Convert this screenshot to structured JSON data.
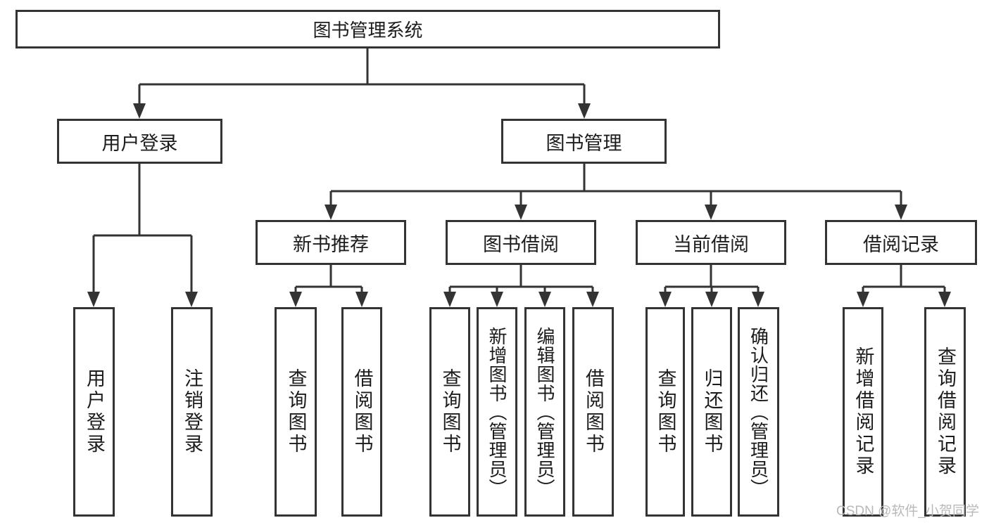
{
  "diagram_type": "hierarchy-tree",
  "tree": {
    "label": "图书管理系统",
    "children": [
      {
        "label": "用户登录",
        "children": [
          {
            "label": "用户登录"
          },
          {
            "label": "注销登录"
          }
        ]
      },
      {
        "label": "图书管理",
        "children": [
          {
            "label": "新书推荐",
            "children": [
              {
                "label": "查询图书"
              },
              {
                "label": "借阅图书"
              }
            ]
          },
          {
            "label": "图书借阅",
            "children": [
              {
                "label": "查询图书"
              },
              {
                "label": "新增图书（管理员）"
              },
              {
                "label": "编辑图书（管理员）"
              },
              {
                "label": "借阅图书"
              }
            ]
          },
          {
            "label": "当前借阅",
            "children": [
              {
                "label": "查询图书"
              },
              {
                "label": "归还图书"
              },
              {
                "label": "确认归还（管理员）"
              }
            ]
          },
          {
            "label": "借阅记录",
            "children": [
              {
                "label": "新增借阅记录"
              },
              {
                "label": "查询借阅记录"
              }
            ]
          }
        ]
      }
    ]
  },
  "watermark": {
    "text": "CSDN @软件_小贺同学"
  },
  "colors": {
    "line": "#333333",
    "text": "#1c1c1c",
    "box_background": "#ffffff",
    "watermark": "#b9b9b9",
    "page_background": "#ffffff"
  }
}
